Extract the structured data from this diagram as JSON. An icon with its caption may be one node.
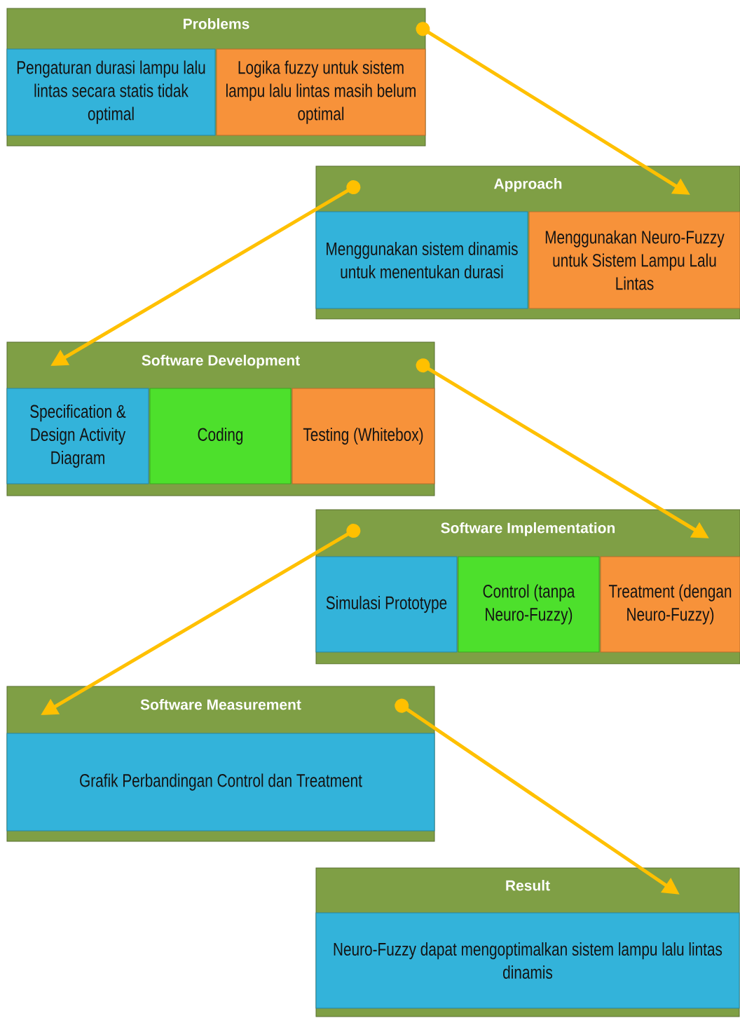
{
  "diagram": {
    "nodes": [
      {
        "text": [
          "Problems"
        ]
      },
      {
        "text": [
          "Pengaturan durasi lampu lalu lintas secara statis tidak optimal"
        ],
        "in": 0
      },
      {
        "text": [
          "Logika fuzzy untuk sistem lampu lalu lintas masih belum optimal"
        ],
        "in": 0
      },
      {
        "text": [
          "Approach"
        ]
      },
      {
        "text": [
          "Menggunakan sistem dinamis untuk menentukan durasi"
        ],
        "in": 3
      },
      {
        "text": [
          "Menggunakan Neuro-Fuzzy untuk Sistem Lampu Lalu Lintas"
        ],
        "in": 3
      },
      {
        "text": [
          "Software Development"
        ]
      },
      {
        "text": [
          "Specification & Design Activity Diagram"
        ],
        "in": 6
      },
      {
        "text": [
          "Coding"
        ],
        "in": 6
      },
      {
        "text": [
          "Testing (Whitebox)"
        ],
        "in": 6
      },
      {
        "text": [
          "Software Implementation"
        ]
      },
      {
        "text": [
          "Simulasi Prototype"
        ],
        "in": 10
      },
      {
        "text": [
          "Control (tanpa Neuro-Fuzzy)"
        ],
        "in": 10
      },
      {
        "text": [
          "Treatment (dengan Neuro-Fuzzy)"
        ],
        "in": 10
      },
      {
        "text": [
          "Software Measurement"
        ]
      },
      {
        "text": [
          "Grafik Perbandingan Control dan Treatment"
        ],
        "in": 14
      },
      {
        "text": [
          "Result"
        ]
      },
      {
        "text": [
          "Neuro-Fuzzy dapat mengoptimalkan sistem lampu lalu lintas dinamis"
        ],
        "in": 16
      }
    ],
    "edges": [
      {
        "from": 0,
        "to": 3,
        "arrow": "to"
      },
      {
        "from": 3,
        "to": 6,
        "arrow": "to"
      },
      {
        "from": 6,
        "to": 10,
        "arrow": "to"
      },
      {
        "from": 10,
        "to": 14,
        "arrow": "to"
      },
      {
        "from": 14,
        "to": 16,
        "arrow": "to"
      }
    ]
  }
}
